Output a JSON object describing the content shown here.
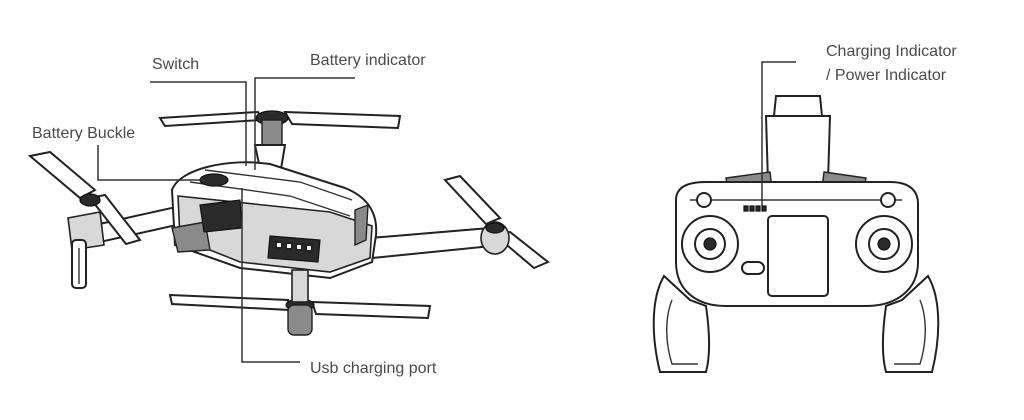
{
  "labels": {
    "switch": "Switch",
    "battery_indicator": "Battery indicator",
    "battery_buckle": "Battery Buckle",
    "usb_charging_port": "Usb charging port",
    "charging_indicator_line1": "Charging Indicator",
    "charging_indicator_line2": "/ Power Indicator"
  },
  "colors": {
    "line": "#222222",
    "label_text": "#4a4a4a",
    "background": "#ffffff"
  }
}
